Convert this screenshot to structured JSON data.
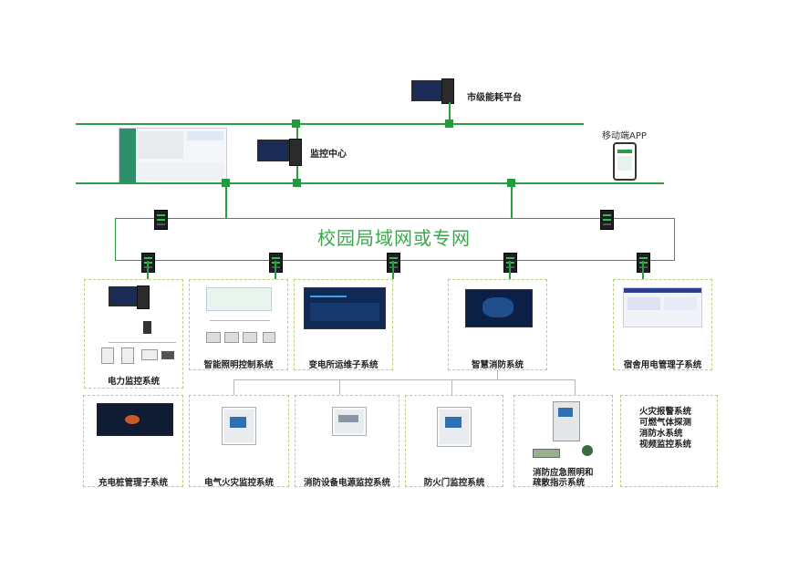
{
  "top_platform": {
    "label": "市级能耗平台"
  },
  "monitor_center": {
    "label": "监控中心"
  },
  "mobile": {
    "label": "移动端APP"
  },
  "network": {
    "label": "校园局域网或专网"
  },
  "row1": [
    {
      "label": "电力监控系统"
    },
    {
      "label": "智能照明控制系统"
    },
    {
      "label": "变电所运维子系统"
    },
    {
      "label": "智慧消防系统"
    },
    {
      "label": "宿舍用电管理子系统"
    }
  ],
  "row2": [
    {
      "label": "充电桩管理子系统"
    },
    {
      "label": "电气火灾监控系统"
    },
    {
      "label": "消防设备电源监控系统"
    },
    {
      "label": "防火门监控系统"
    },
    {
      "label": "消防应急照明和疏散指示系统"
    }
  ],
  "extra_list": [
    "火灾报警系统",
    "可燃气体探测",
    "消防水系统",
    "视频监控系统"
  ],
  "colors": {
    "network_line": "#2e9b47",
    "dashed_border": "#b9cf7a",
    "network_text": "#3aa84a"
  }
}
